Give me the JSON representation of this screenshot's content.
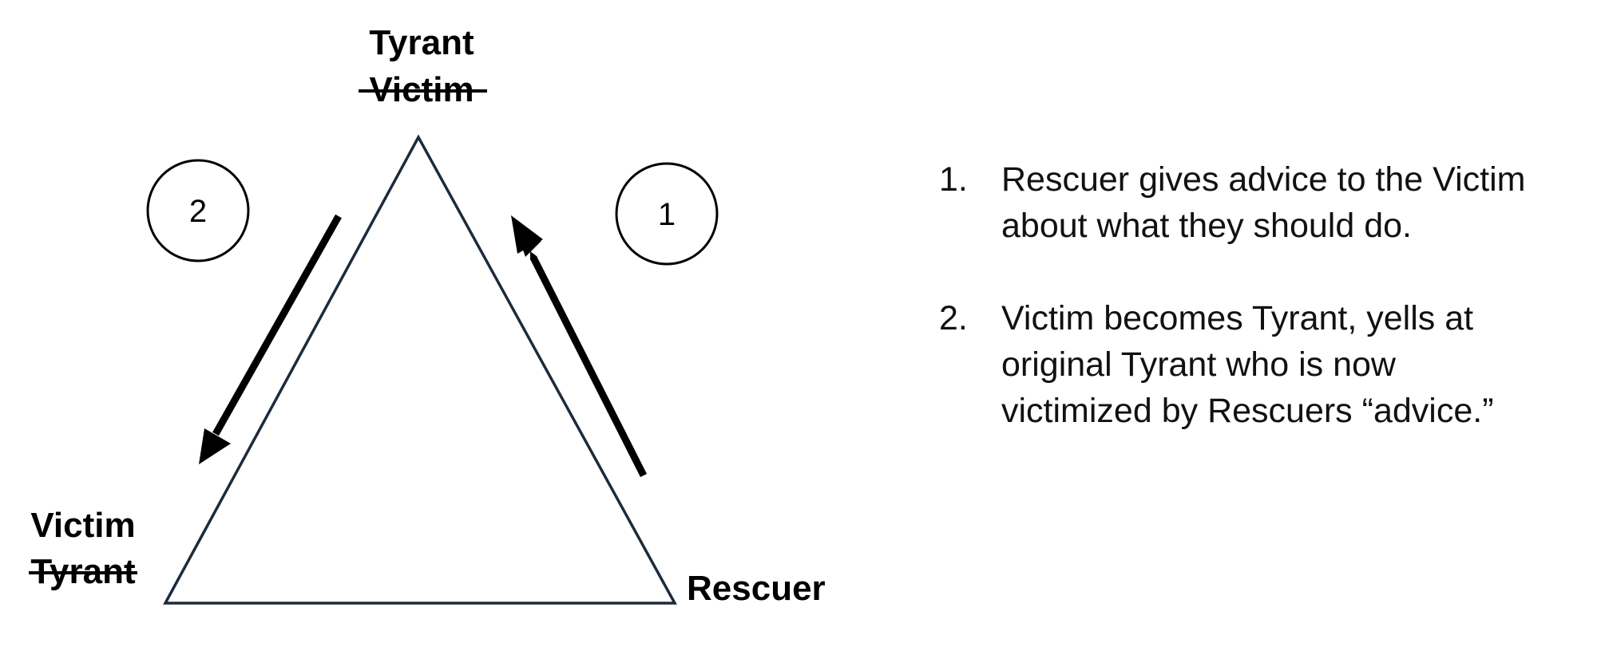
{
  "triangle": {
    "top": {
      "role": "Tyrant",
      "crossed_out": "Victim"
    },
    "bottom_left": {
      "role": "Victim",
      "crossed_out": "Tyrant"
    },
    "bottom_right": {
      "role": "Rescuer"
    },
    "line_color": "#1c2b3a"
  },
  "step_markers": {
    "left": "2",
    "right": "1"
  },
  "steps": [
    {
      "number": "1.",
      "text": "Rescuer gives advice to the Victim\nabout what they should do."
    },
    {
      "number": "2.",
      "text": "Victim becomes Tyrant, yells at\noriginal Tyrant who is now\nvictimized by Rescuers “advice.”"
    }
  ]
}
